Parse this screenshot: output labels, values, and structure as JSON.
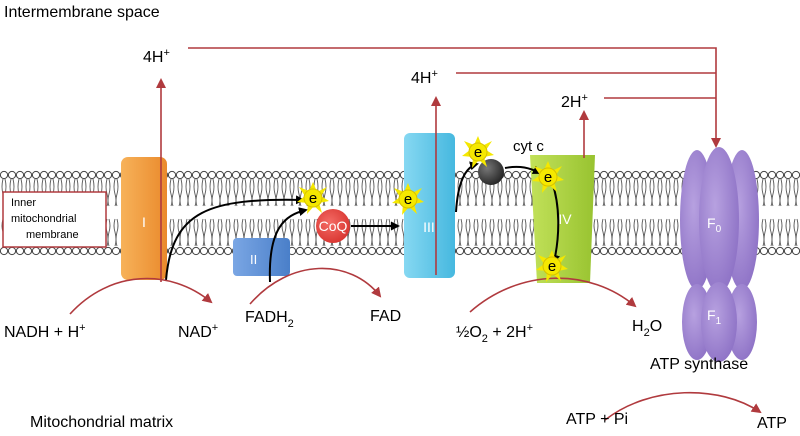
{
  "regions": {
    "intermembrane_space": "Intermembrane space",
    "matrix": "Mitochondrial matrix",
    "membrane_line1": "Inner",
    "membrane_line2": "mitochondrial",
    "membrane_line3": "membrane"
  },
  "complexes": {
    "c1": "I",
    "c2": "II",
    "coq": "CoQ",
    "c3": "III",
    "c4": "IV",
    "cytc": "cyt c",
    "f0_letter": "F",
    "f0_sub": "0",
    "f1_letter": "F",
    "f1_sub": "1",
    "atp_synthase": "ATP synthase"
  },
  "protons": {
    "p1": "4H",
    "p1_sup": "+",
    "p3": "4H",
    "p3_sup": "+",
    "p4": "2H",
    "p4_sup": "+"
  },
  "substrates": {
    "nadh": "NADH + H",
    "nadh_sup": "+",
    "nad": "NAD",
    "nad_sup": "+",
    "fadh2": "FADH",
    "fadh2_sub": "2",
    "fad": "FAD",
    "o2_a": "½O",
    "o2_sub": "2",
    "o2_b": " + 2H",
    "o2_sup": "+",
    "h2o_a": "H",
    "h2o_sub": "2",
    "h2o_b": "O",
    "atp_pi": "ATP + Pi",
    "atp": "ATP"
  },
  "electron_label": "e",
  "colors": {
    "arrow_red": "#b03a3e",
    "complex_I": "#f39a3c",
    "complex_II": "#5b8fd6",
    "coq": "#e8433f",
    "complex_III": "#5fc8ea",
    "complex_IV": "#a9cf3a",
    "atp_synthase": "#9b80cf",
    "cytc": "#333333",
    "electron_star": "#f5e800"
  }
}
